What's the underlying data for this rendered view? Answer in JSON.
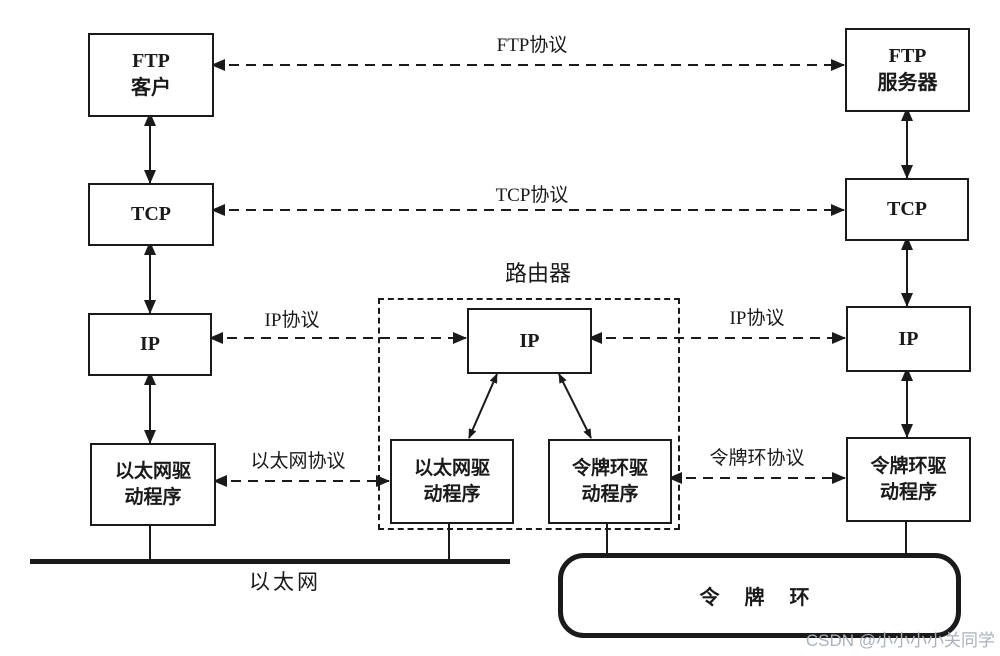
{
  "diagram": {
    "nodes": {
      "ftp_client": "FTP\n客户",
      "tcp_left": "TCP",
      "ip_left": "IP",
      "eth_driver_left": "以太网驱\n动程序",
      "router_ip": "IP",
      "router_eth_driver": "以太网驱\n动程序",
      "router_tokenring_driver": "令牌环驱\n动程序",
      "ftp_server": "FTP\n服务器",
      "tcp_right": "TCP",
      "ip_right": "IP",
      "tokenring_driver_right": "令牌环驱\n动程序"
    },
    "labels": {
      "router": "路由器",
      "ftp_protocol": "FTP协议",
      "tcp_protocol": "TCP协议",
      "ip_protocol_left": "IP协议",
      "ip_protocol_right": "IP协议",
      "ethernet_protocol": "以太网协议",
      "tokenring_protocol": "令牌环协议",
      "ethernet": "以太网",
      "token_ring": "令 牌 环"
    },
    "watermark": "CSDN @小小小小关同学",
    "colors": {
      "line": "#1a1a1a",
      "background": "#ffffff",
      "watermark": "#a9b2bd"
    }
  }
}
